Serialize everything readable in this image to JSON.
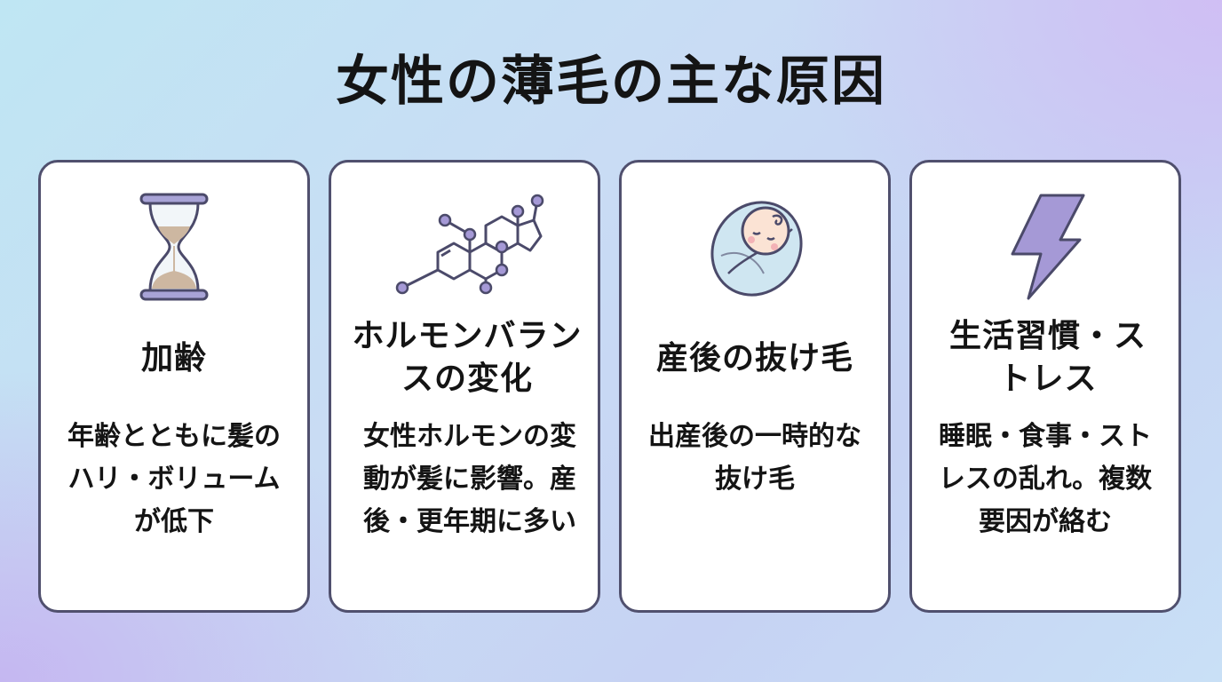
{
  "title": "女性の薄毛の主な原因",
  "colors": {
    "card_border": "#50506e",
    "accent_purple": "#a599d6",
    "accent_blue": "#bfe0ef",
    "sand": "#cdb7a1"
  },
  "cards": [
    {
      "icon": "hourglass-icon",
      "heading": "加齢",
      "description": "年齢とともに髪のハリ・ボリュームが低下"
    },
    {
      "icon": "molecule-icon",
      "heading": "ホルモンバランスの変化",
      "description": "女性ホルモンの変動が髪に影響。産後・更年期に多い"
    },
    {
      "icon": "swaddled-baby-icon",
      "heading": "産後の抜け毛",
      "description": "出産後の一時的な抜け毛"
    },
    {
      "icon": "lightning-bolt-icon",
      "heading": "生活習慣・ストレス",
      "description": "睡眠・食事・ストレスの乱れ。複数要因が絡む"
    }
  ]
}
